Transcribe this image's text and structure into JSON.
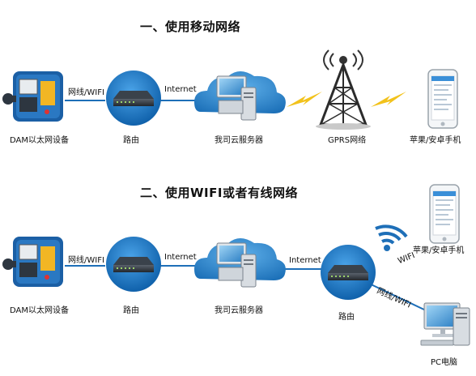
{
  "section1": {
    "title": "一、使用移动网络",
    "link_dam_router": "网线/WIFI",
    "link_router_server": "Internet",
    "labels": {
      "dam": "DAM以太网设备",
      "router": "路由",
      "server": "我司云服务器",
      "tower": "GPRS网络",
      "phone": "苹果/安卓手机"
    }
  },
  "section2": {
    "title": "二、使用WIFI或者有线网络",
    "link_dam_router": "网线/WIFI",
    "link_router_server": "Internet",
    "link_server_router": "Internet",
    "link_wifi": "WIFI",
    "link_wired": "网线/WIFI",
    "labels": {
      "dam": "DAM以太网设备",
      "router1": "路由",
      "server": "我司云服务器",
      "router2": "路由",
      "phone": "苹果/安卓手机",
      "pc": "PC电脑"
    }
  },
  "colors": {
    "line": "#1e6fb8",
    "circle": "#1772c4",
    "cloud": "#2c86cc",
    "bolt": "#f2c21b"
  },
  "icons": [
    "dam-device-icon",
    "router-icon",
    "server-cloud-icon",
    "gprs-tower-icon",
    "smartphone-icon",
    "wifi-signal-icon",
    "pc-computer-icon",
    "lightning-bolt-icon"
  ]
}
